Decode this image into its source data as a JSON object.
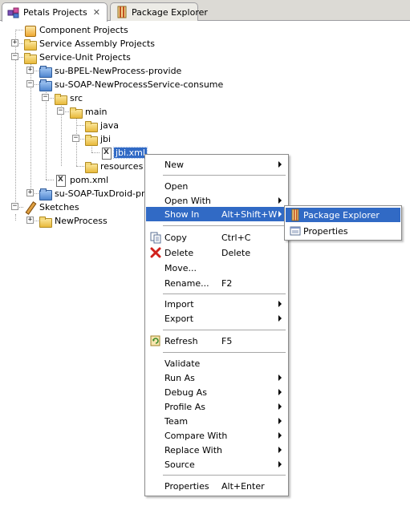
{
  "tabs": [
    {
      "label": "Petals Projects",
      "active": true,
      "close": "✕"
    },
    {
      "label": "Package Explorer",
      "active": false
    }
  ],
  "tree": {
    "component_projects": "Component Projects",
    "service_assembly_projects": "Service Assembly Projects",
    "service_unit_projects": "Service-Unit Projects",
    "su_bpel": "su-BPEL-NewProcess-provide",
    "su_soap_consume": "su-SOAP-NewProcessService-consume",
    "src": "src",
    "main": "main",
    "java": "java",
    "jbi_folder": "jbi",
    "jbi_xml": "jbi.xml",
    "resources": "resources",
    "pom_xml": "pom.xml",
    "su_soap_tux": "su-SOAP-TuxDroid-prov",
    "sketches": "Sketches",
    "newprocess": "NewProcess",
    "expand": "+",
    "collapse": "−"
  },
  "context_menu": {
    "new": "New",
    "open": "Open",
    "open_with": "Open With",
    "show_in": "Show In",
    "show_in_shortcut": "Alt+Shift+W",
    "copy": "Copy",
    "copy_shortcut": "Ctrl+C",
    "delete": "Delete",
    "delete_shortcut": "Delete",
    "move": "Move...",
    "rename": "Rename...",
    "rename_shortcut": "F2",
    "import": "Import",
    "export": "Export",
    "refresh": "Refresh",
    "refresh_shortcut": "F5",
    "validate": "Validate",
    "run_as": "Run As",
    "debug_as": "Debug As",
    "profile_as": "Profile As",
    "team": "Team",
    "compare_with": "Compare With",
    "replace_with": "Replace With",
    "source": "Source",
    "properties": "Properties",
    "properties_shortcut": "Alt+Enter"
  },
  "submenu": {
    "package_explorer": "Package Explorer",
    "properties": "Properties"
  },
  "colors": {
    "selection": "#316ac5",
    "tabbar": "#dcdad5"
  }
}
